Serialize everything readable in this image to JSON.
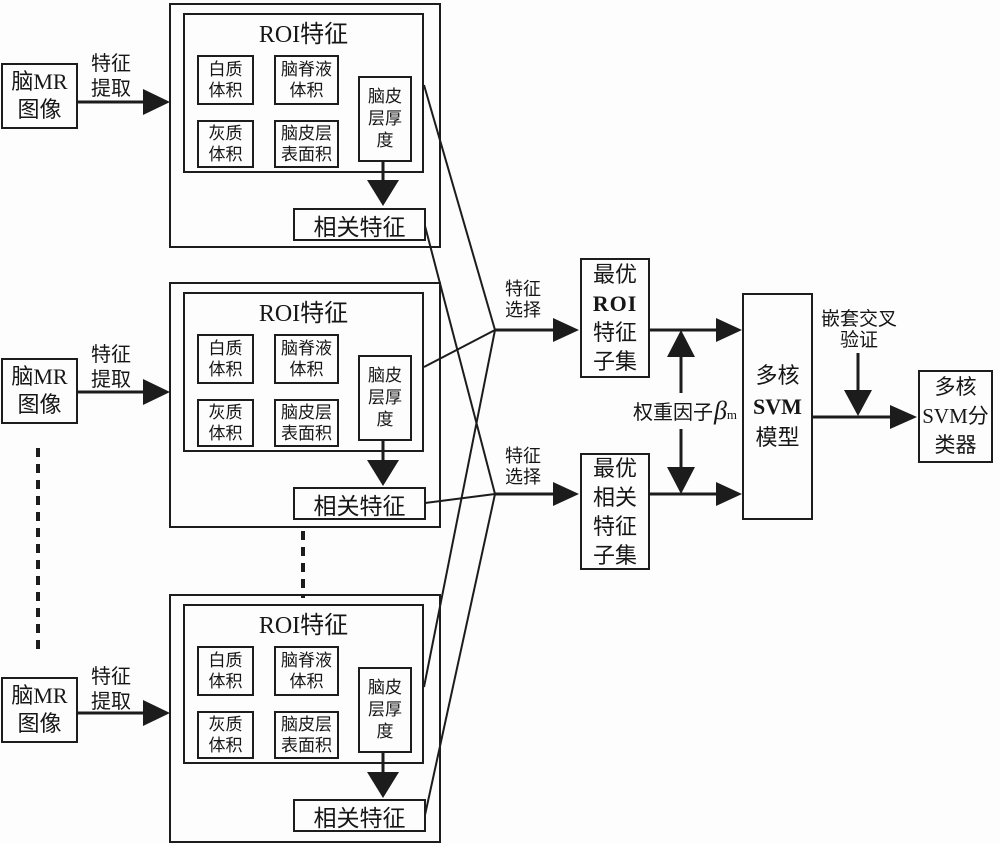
{
  "diagram": {
    "title_semantic": "多核SVM脑MR图像特征分类流程图",
    "line_color": "#1c1c1c",
    "background_color": "#fdfdfd",
    "groups": [
      {
        "mr_image": "脑MR\n图像",
        "extract": "特征\n提取",
        "roi_title": "ROI特征",
        "white_matter": "白质\n体积",
        "csf": "脑脊液\n体积",
        "gray_matter": "灰质\n体积",
        "surface_area": "脑皮层\n表面积",
        "thickness": "脑皮\n层厚\n度",
        "related": "相关特征"
      },
      {
        "mr_image": "脑MR\n图像",
        "extract": "特征\n提取",
        "roi_title": "ROI特征",
        "white_matter": "白质\n体积",
        "csf": "脑脊液\n体积",
        "gray_matter": "灰质\n体积",
        "surface_area": "脑皮层\n表面积",
        "thickness": "脑皮\n层厚\n度",
        "related": "相关特征"
      },
      {
        "mr_image": "脑MR\n图像",
        "extract": "特征\n提取",
        "roi_title": "ROI特征",
        "white_matter": "白质\n体积",
        "csf": "脑脊液\n体积",
        "gray_matter": "灰质\n体积",
        "surface_area": "脑皮层\n表面积",
        "thickness": "脑皮\n层厚\n度",
        "related": "相关特征"
      }
    ],
    "selection_top": "特征\n选择",
    "selection_bottom": "特征\n选择",
    "optimal_roi_lines": [
      "最优",
      "ROI",
      "特征",
      "子集"
    ],
    "optimal_related_lines": [
      "最优",
      "相关",
      "特征",
      "子集"
    ],
    "weight_factor": {
      "text": "权重因子",
      "beta": "β",
      "sub": "m"
    },
    "svm_model_lines": [
      "多核",
      "SVM",
      "模型"
    ],
    "nested_cv": "嵌套交叉\n验证",
    "svm_classifier_lines": [
      "多核",
      "SVM分",
      "类器"
    ]
  }
}
